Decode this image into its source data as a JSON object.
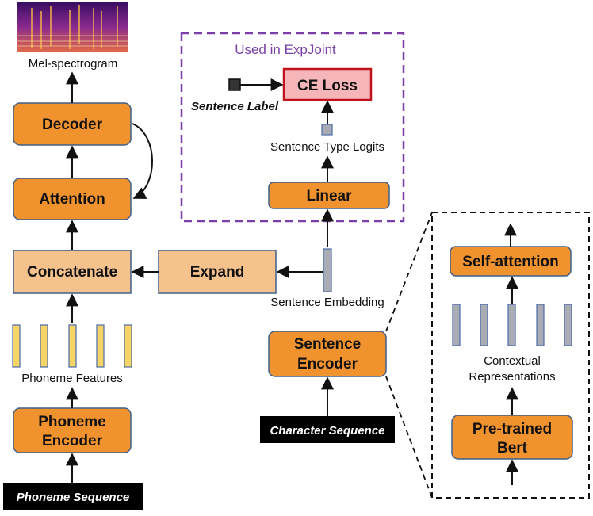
{
  "colors": {
    "orange": "#f0922e",
    "orange_border": "#3f5f8a",
    "light_orange": "#f5c28e",
    "yellow_feature": "#f7d466",
    "gray_feature": "#a9abb5",
    "feature_border": "#4a6ba8",
    "ce_fill": "#f6b6b9",
    "ce_border": "#c0121a",
    "purple_dash": "#7a3fa8",
    "black_dash": "#111111",
    "black_label": "#000000"
  },
  "nodes": {
    "decoder": "Decoder",
    "attention": "Attention",
    "concatenate": "Concatenate",
    "expand": "Expand",
    "phoneme_encoder": [
      "Phoneme",
      "Encoder"
    ],
    "sentence_encoder": [
      "Sentence",
      "Encoder"
    ],
    "linear": "Linear",
    "ce_loss": "CE Loss",
    "self_attention": "Self-attention",
    "bert": [
      "Pre-trained",
      "Bert"
    ]
  },
  "labels": {
    "mel": "Mel-spectrogram",
    "phoneme_features": "Phoneme Features",
    "sentence_embedding": "Sentence Embedding",
    "sentence_type_logits": "Sentence Type Logits",
    "sentence_label": "Sentence Label",
    "contextual": [
      "Contextual",
      "Representations"
    ],
    "used_in": "Used in ExpJoint"
  },
  "inputs": {
    "phoneme_sequence": "Phoneme Sequence",
    "character_sequence": "Character Sequence"
  },
  "icons": {
    "spectrogram": "mel-spectrogram-image"
  }
}
